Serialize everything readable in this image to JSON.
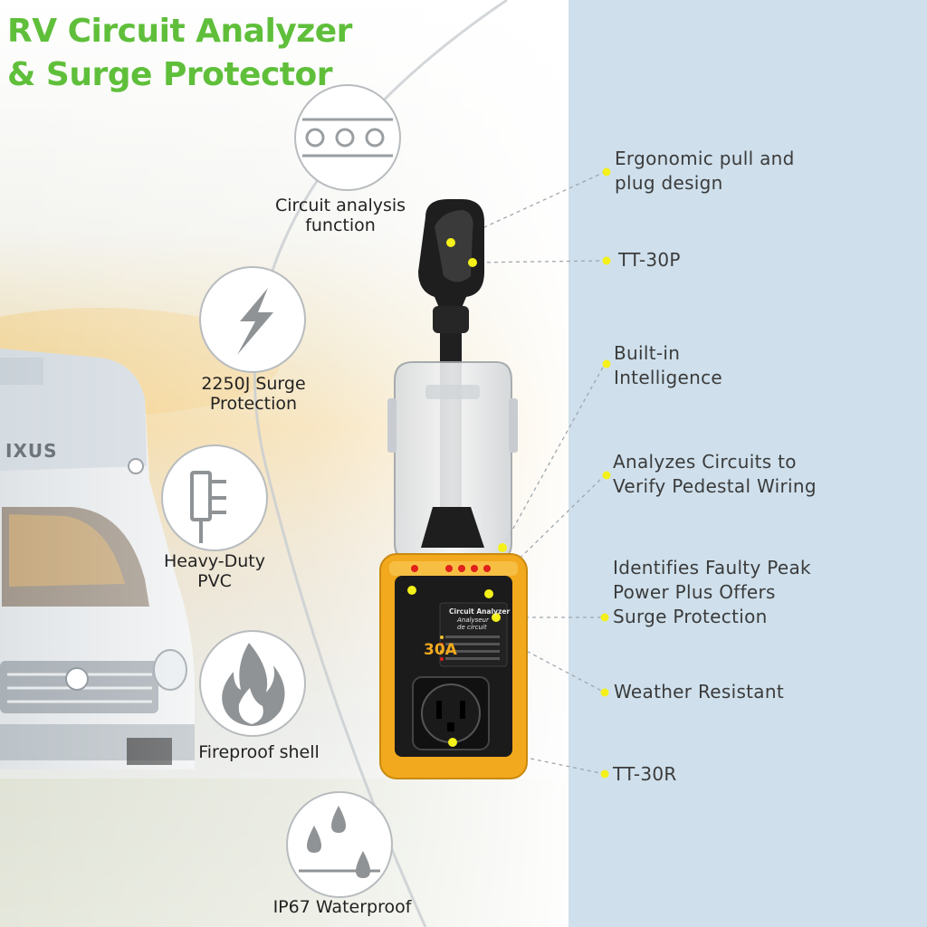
{
  "title": {
    "line1": "RV Circuit Analyzer",
    "line2": "& Surge Protector"
  },
  "features": [
    {
      "icon": "circles-icon",
      "line1": "Circuit analysis",
      "line2": "function"
    },
    {
      "icon": "lightning-icon",
      "line1": "2250J Surge",
      "line2": "Protection"
    },
    {
      "icon": "plug-icon",
      "line1": "Heavy-Duty",
      "line2": "PVC"
    },
    {
      "icon": "flame-icon",
      "line1": "Fireproof shell",
      "line2": ""
    },
    {
      "icon": "water-drops-icon",
      "line1": "IP67 Waterproof",
      "line2": ""
    }
  ],
  "callouts": [
    {
      "line1": "Ergonomic pull and",
      "line2": "plug design",
      "line3": ""
    },
    {
      "line1": "TT-30P",
      "line2": "",
      "line3": ""
    },
    {
      "line1": "Built-in",
      "line2": "Intelligence",
      "line3": ""
    },
    {
      "line1": "Analyzes Circuits to",
      "line2": "Verify Pedestal Wiring",
      "line3": ""
    },
    {
      "line1": "Identifies Faulty Peak",
      "line2": "Power Plus Offers",
      "line3": "Surge Protection"
    },
    {
      "line1": "Weather Resistant",
      "line2": "",
      "line3": ""
    },
    {
      "line1": "TT-30R",
      "line2": "",
      "line3": ""
    }
  ],
  "device": {
    "rating": "30A",
    "panel_title": "Circuit Analyzer",
    "panel_subtitle1": "Analyseur",
    "panel_subtitle2": "de circuit"
  },
  "rv": {
    "brand_text": "IXUS"
  },
  "colors": {
    "title_green": "#5fbf3a",
    "right_panel": "#cfe0ec",
    "device_yellow": "#f2a91d",
    "dot_yellow": "#f4f01a"
  }
}
